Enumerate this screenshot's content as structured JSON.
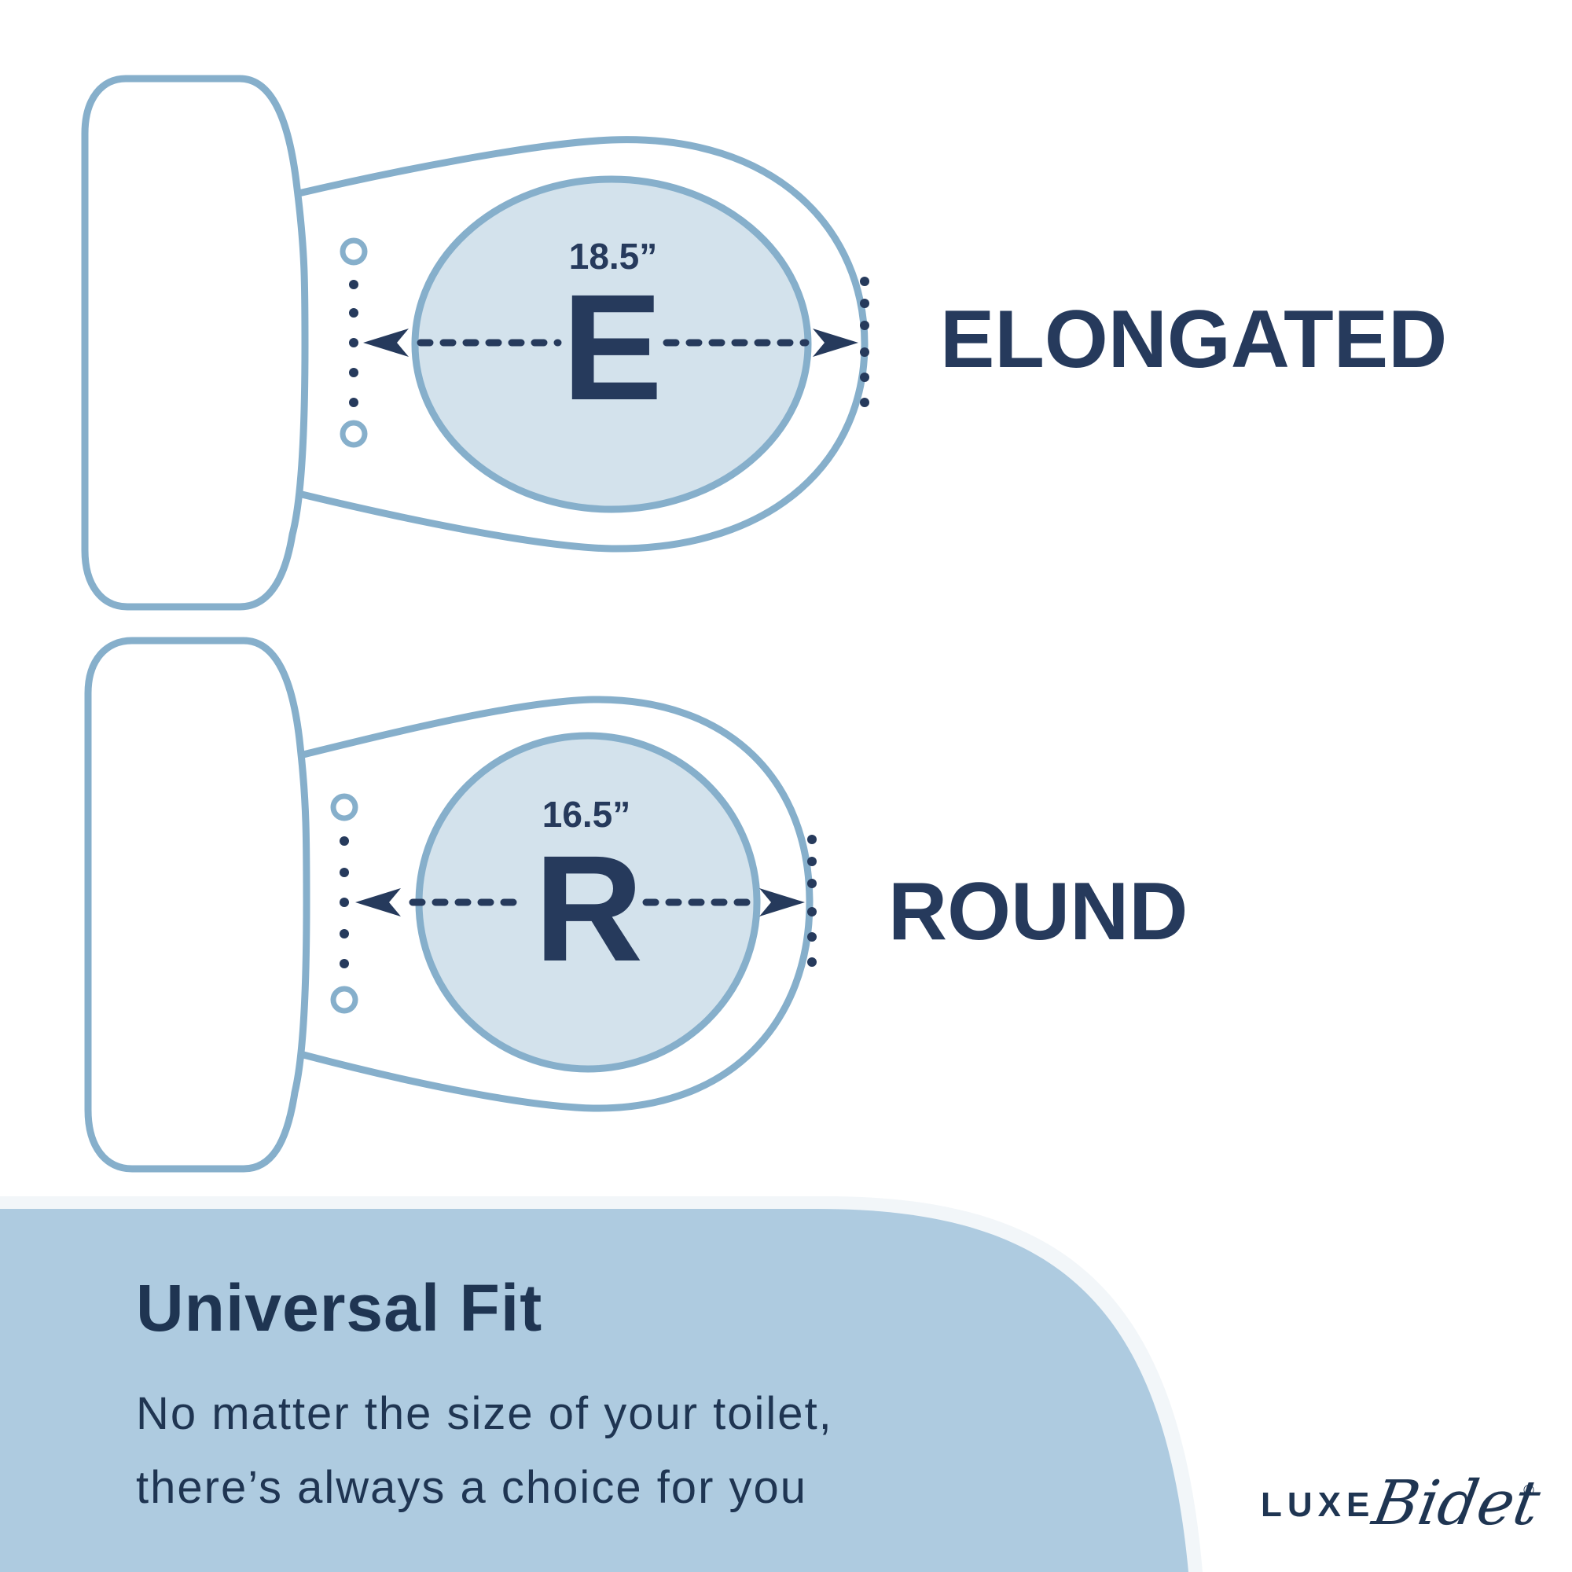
{
  "colors": {
    "outline": "#86afcb",
    "seat_fill": "#d3e2ec",
    "navy": "#263a5c",
    "panel": "#aecbe0",
    "background": "#ffffff"
  },
  "elongated": {
    "measurement": "18.5”",
    "letter": "E",
    "label": "ELONGATED"
  },
  "round": {
    "measurement": "16.5”",
    "letter": "R",
    "label": "ROUND"
  },
  "footer": {
    "title": "Universal Fit",
    "line1": "No matter the size of your toilet,",
    "line2": "there’s always a choice for you"
  },
  "brand": {
    "word1": "LUXE",
    "word2": "Bidet",
    "mark": "®"
  }
}
